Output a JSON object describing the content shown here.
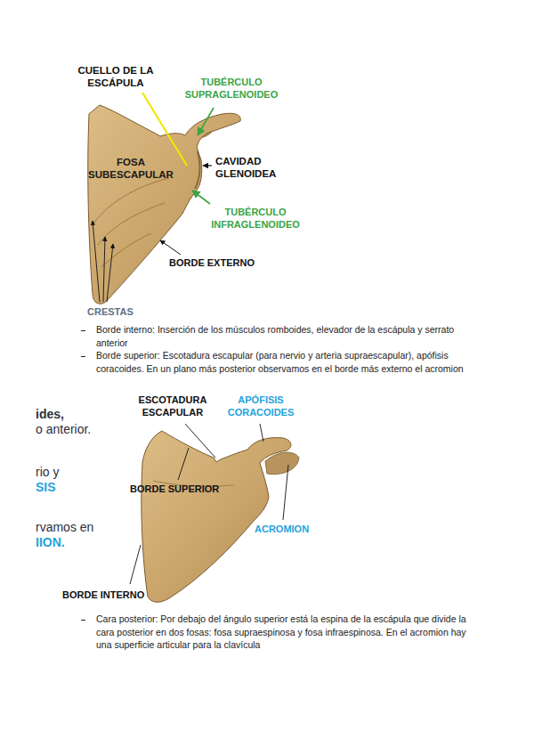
{
  "diagram": {
    "labels": [
      "CUELLO DE LA ESCÁPULA",
      "TUBÉRCULO SUPRAGLENOIDEO",
      "FOSA SUBESCAPULAR",
      "CAVIDAD GLENOIDEA",
      "TUBÉRCULO INFRAGLENOIDEO",
      "BORDE EXTERNO",
      "CRESTAS",
      "Borde interno: Inserción de los músculos romboides, elevador de la escápula y serrato anterior",
      "Borde superior: Escotadura escapular (para nervio y arteria supraescapular), apófisis coracoides. En un plano más posterior observamos en el borde más externo el acromion",
      "ides,",
      "o anterior.",
      "rio y",
      "SIS",
      "rvamos en",
      "IION.",
      "ESCOTADURA ESCAPULAR",
      "APÓFISIS CORACOIDES",
      "BORDE SUPERIOR",
      "ACROMION",
      "BORDE INTERNO",
      "Cara posterior: Por debajo del ángulo superior está la espina de la escápula que divide la cara posterior en dos fosas: fosa supraespinosa y fosa infraespinosa. En el acromion hay una superficie articular para la clavícula"
    ]
  }
}
